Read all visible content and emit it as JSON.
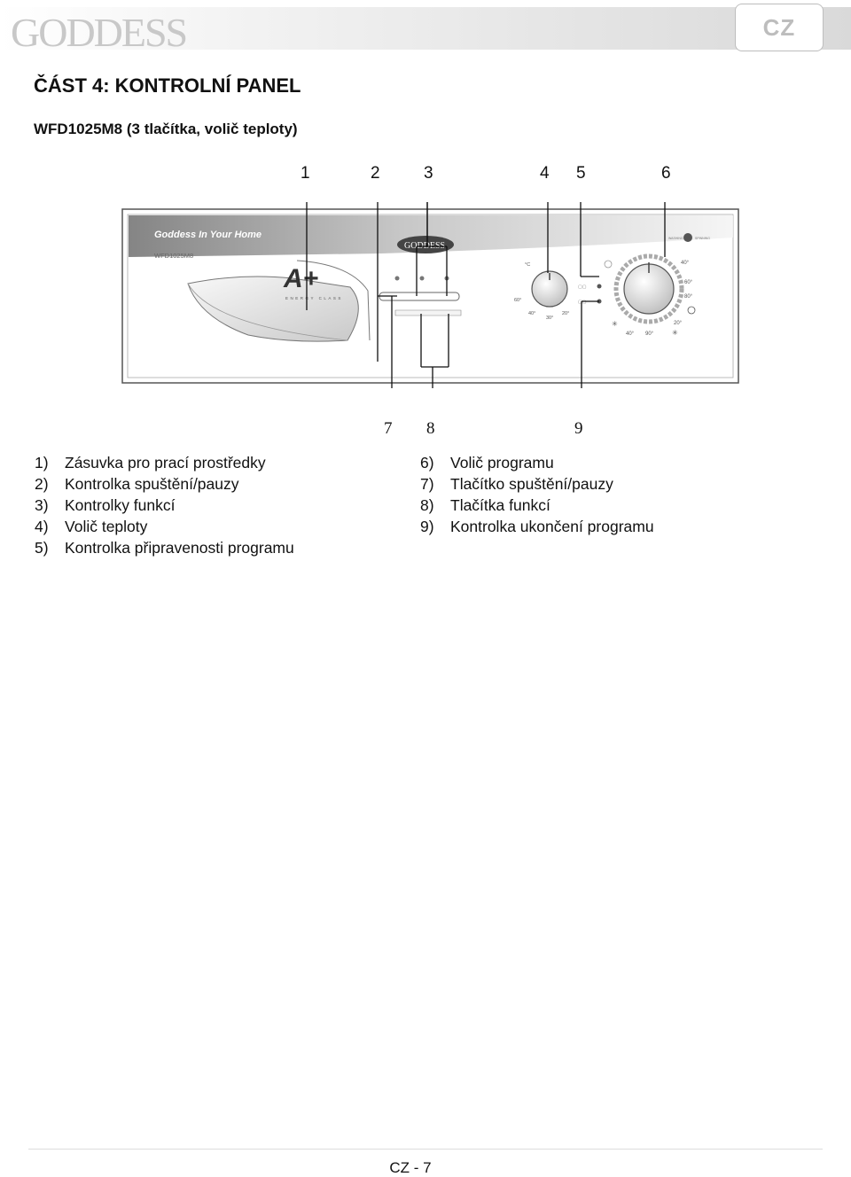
{
  "header": {
    "logo_text": "GODDESS",
    "language_badge": "CZ"
  },
  "section_title": "ČÁST 4: KONTROLNÍ PANEL",
  "model_title": "WFD1025M8 (3 tlačítka, volič teploty)",
  "panel": {
    "brand_tagline": "Goddess In Your Home",
    "model_label": "WFD1025M8",
    "energy_class": "A+",
    "energy_label": "ENERGY CLASS",
    "logo_text": "GODDESS",
    "temperature_labels": [
      "40°",
      "60°",
      "90°",
      "80°",
      "20°",
      "40°",
      "30°"
    ],
    "callouts_top": [
      "1",
      "2",
      "3",
      "4",
      "5",
      "6"
    ],
    "callouts_bottom": [
      "7",
      "8",
      "9"
    ]
  },
  "legend": {
    "left": [
      {
        "num": "1)",
        "text": "Zásuvka pro prací prostředky"
      },
      {
        "num": "2)",
        "text": "Kontrolka spuštění/pauzy"
      },
      {
        "num": "3)",
        "text": "Kontrolky funkcí"
      },
      {
        "num": "4)",
        "text": "Volič teploty"
      },
      {
        "num": "5)",
        "text": "Kontrolka připravenosti programu"
      }
    ],
    "right": [
      {
        "num": "6)",
        "text": "Volič programu"
      },
      {
        "num": "7)",
        "text": "Tlačítko spuštění/pauzy"
      },
      {
        "num": "8)",
        "text": "Tlačítka funkcí"
      },
      {
        "num": "9)",
        "text": "Kontrolka ukončení programu"
      }
    ]
  },
  "footer": {
    "page_number": "CZ - 7"
  }
}
